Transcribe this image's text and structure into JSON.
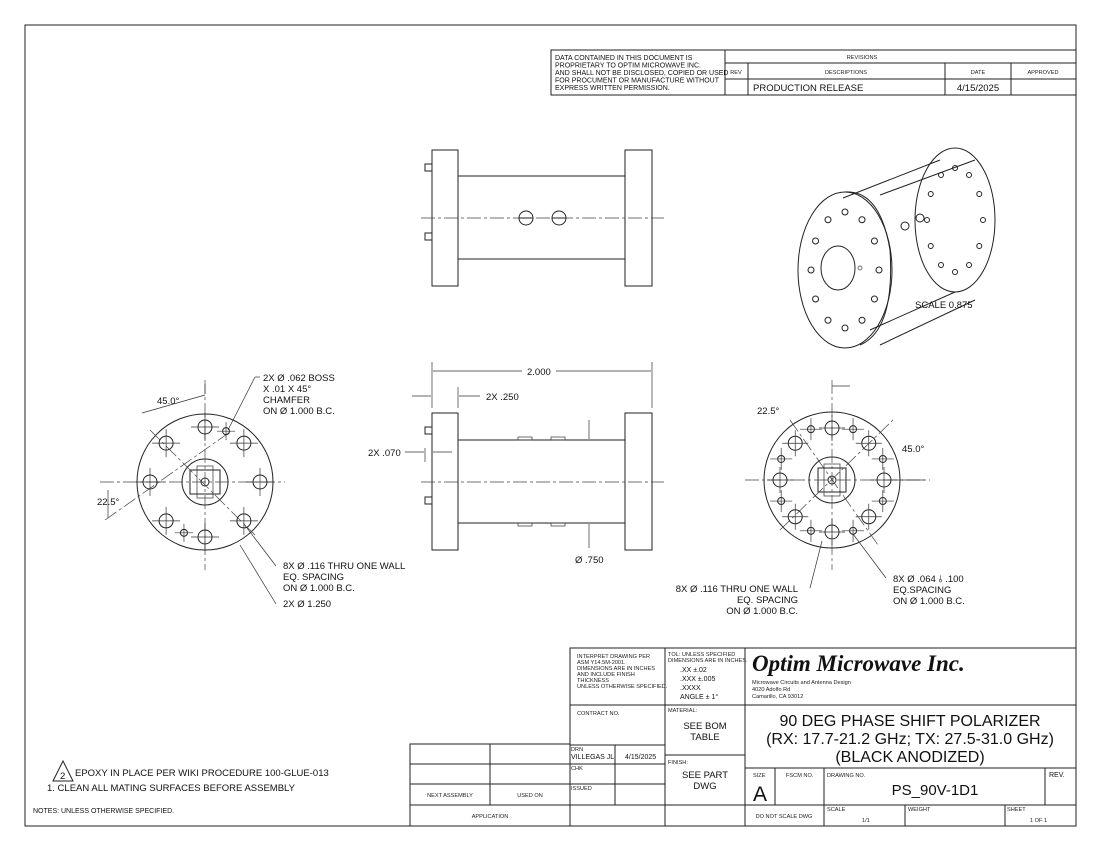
{
  "proprietary_notice": [
    "DATA CONTAINED IN THIS DOCUMENT IS",
    "PROPRIETARY TO OPTIM MICROWAVE INC.",
    "AND SHALL NOT BE DISCLOSED, COPIED OR USED",
    "FOR PROCUMENT OR MANUFACTURE WITHOUT",
    "EXPRESS WRITTEN PERMISSION."
  ],
  "revisions": {
    "title": "REVISIONS",
    "headers": {
      "rev": "REV",
      "desc": "DESCRIPTIONS",
      "date": "DATE",
      "approved": "APPROVED"
    },
    "rows": [
      {
        "rev": "",
        "desc": "PRODUCTION RELEASE",
        "date": "4/15/2025",
        "approved": ""
      }
    ]
  },
  "views": {
    "iso_scale": "SCALE  0.875",
    "left_end": {
      "boss": [
        "2X Ø .062 BOSS",
        "X .01 X 45°",
        "CHAMFER",
        "ON Ø 1.000 B.C."
      ],
      "angle_45": "45.0°",
      "angle_22": "22.5°",
      "thru": [
        "8X Ø .116 THRU ONE WALL",
        "EQ. SPACING",
        "ON Ø 1.000 B.C."
      ],
      "od": "2X Ø 1.250"
    },
    "side": {
      "length": "2.000",
      "flange": "2X .250",
      "boss": "2X .070",
      "dia": "Ø .750"
    },
    "right_end": {
      "angle_22": "22.5°",
      "angle_45": "45.0°",
      "thru": [
        "8X Ø .116 THRU ONE WALL",
        "EQ. SPACING",
        "ON Ø 1.000 B.C."
      ],
      "blind": [
        "8X Ø .064 ⫰ .100",
        "EQ.SPACING",
        "ON Ø 1.000 B.C."
      ]
    }
  },
  "notes": {
    "note2_flag": "2",
    "note2": "EPOXY IN PLACE PER WIKI PROCEDURE 100-GLUE-013",
    "note1": "1.  CLEAN ALL MATING SURFACES BEFORE ASSEMBLY",
    "footer": "NOTES: UNLESS OTHERWISE SPECIFIED."
  },
  "assembly_block": {
    "next_assembly": "NEXT ASSEMBLY",
    "used_on": "USED ON",
    "application": "APPLICATION"
  },
  "title_block": {
    "interpret": [
      "INTERPRET DRAWING PER",
      "ASM Y14.5M-2001.",
      "DIMENSIONS ARE IN INCHES",
      "AND INCLUDE FINISH",
      "THICKNESS",
      "UNLESS OTHERWISE SPECIFIED."
    ],
    "tol_header": [
      "TOL: UNLESS SPECIFIED",
      "DIMENSIONS ARE IN INCHES."
    ],
    "tol": [
      ".XX  ±.02",
      ".XXX  ±.005",
      ".XXXX",
      "ANGLE ± 1°"
    ],
    "company": "Optim Microwave Inc.",
    "company_lines": [
      "Microwave Circuits and Antenna Design",
      "4020 Adolfo Rd",
      "Camarillo, CA 93012"
    ],
    "contract_label": "CONTRACT NO.",
    "material_label": "MATERIAL:",
    "material": [
      "SEE BOM",
      "TABLE"
    ],
    "finish_label": "FINISH:",
    "finish": [
      "SEE PART",
      "DWG"
    ],
    "drn_label": "DRN",
    "drn_name": "VILLEGAS JL",
    "drn_date": "4/15/2025",
    "chk_label": "CHK",
    "issued_label": "ISSUED",
    "title": [
      "90 DEG PHASE SHIFT POLARIZER",
      "(RX: 17.7-21.2 GHz; TX: 27.5-31.0 GHz)",
      "(BLACK ANODIZED)"
    ],
    "size_label": "SIZE",
    "size": "A",
    "fscm_label": "FSCM NO.",
    "dwg_label": "DRAWING NO.",
    "dwg_no": "PS_90V-1D1",
    "rev_label": "REV.",
    "do_not_scale": "DO NOT SCALE DWG",
    "scale_label": "SCALE",
    "scale": "1/1",
    "weight_label": "WEIGHT",
    "sheet_label": "SHEET",
    "sheet": "1 OF 1"
  }
}
